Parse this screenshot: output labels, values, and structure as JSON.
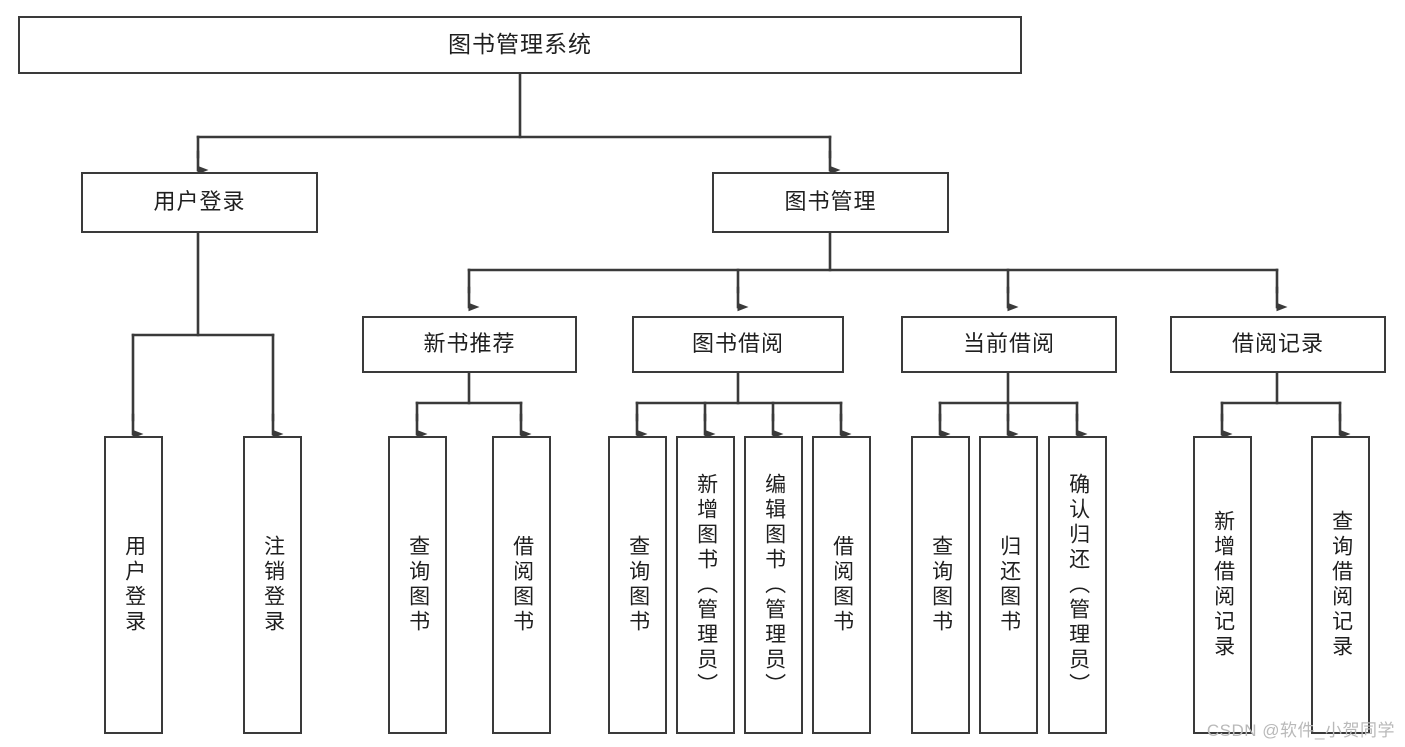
{
  "diagram": {
    "title": "图书管理系统",
    "type": "tree-hierarchy",
    "watermark": "CSDN @软件_小贺同学",
    "colors": {
      "box_border": "#3a3a3a",
      "box_fill": "#ffffff",
      "connector": "#3a3a3a",
      "text": "#1f1f1f",
      "watermark": "#b9b9b9",
      "background": "#ffffff"
    },
    "root": {
      "id": "root",
      "label": "图书管理系统",
      "orientation": "horizontal"
    },
    "level1": [
      {
        "id": "user-login",
        "label": "用户登录",
        "orientation": "horizontal"
      },
      {
        "id": "book-manage",
        "label": "图书管理",
        "orientation": "horizontal"
      }
    ],
    "level2": [
      {
        "id": "new-book-recommend",
        "label": "新书推荐",
        "orientation": "horizontal",
        "parent": "book-manage"
      },
      {
        "id": "book-borrow",
        "label": "图书借阅",
        "orientation": "horizontal",
        "parent": "book-manage"
      },
      {
        "id": "current-borrow",
        "label": "当前借阅",
        "orientation": "horizontal",
        "parent": "book-manage"
      },
      {
        "id": "borrow-record",
        "label": "借阅记录",
        "orientation": "horizontal",
        "parent": "book-manage"
      }
    ],
    "leaves": [
      {
        "id": "leaf-user-login",
        "label": "用户登录",
        "parent": "user-login",
        "orientation": "vertical"
      },
      {
        "id": "leaf-logout",
        "label": "注销登录",
        "parent": "user-login",
        "orientation": "vertical"
      },
      {
        "id": "leaf-query-book-1",
        "label": "查询图书",
        "parent": "new-book-recommend",
        "orientation": "vertical"
      },
      {
        "id": "leaf-borrow-book-1",
        "label": "借阅图书",
        "parent": "new-book-recommend",
        "orientation": "vertical"
      },
      {
        "id": "leaf-query-book-2",
        "label": "查询图书",
        "parent": "book-borrow",
        "orientation": "vertical"
      },
      {
        "id": "leaf-add-book",
        "label": "新增图书（管理员）",
        "parent": "book-borrow",
        "orientation": "vertical"
      },
      {
        "id": "leaf-edit-book",
        "label": "编辑图书（管理员）",
        "parent": "book-borrow",
        "orientation": "vertical"
      },
      {
        "id": "leaf-borrow-book-2",
        "label": "借阅图书",
        "parent": "book-borrow",
        "orientation": "vertical"
      },
      {
        "id": "leaf-query-book-3",
        "label": "查询图书",
        "parent": "current-borrow",
        "orientation": "vertical"
      },
      {
        "id": "leaf-return-book",
        "label": "归还图书",
        "parent": "current-borrow",
        "orientation": "vertical"
      },
      {
        "id": "leaf-confirm-return",
        "label": "确认归还（管理员）",
        "parent": "current-borrow",
        "orientation": "vertical"
      },
      {
        "id": "leaf-add-record",
        "label": "新增借阅记录",
        "parent": "borrow-record",
        "orientation": "vertical"
      },
      {
        "id": "leaf-query-record",
        "label": "查询借阅记录",
        "parent": "borrow-record",
        "orientation": "vertical"
      }
    ]
  }
}
